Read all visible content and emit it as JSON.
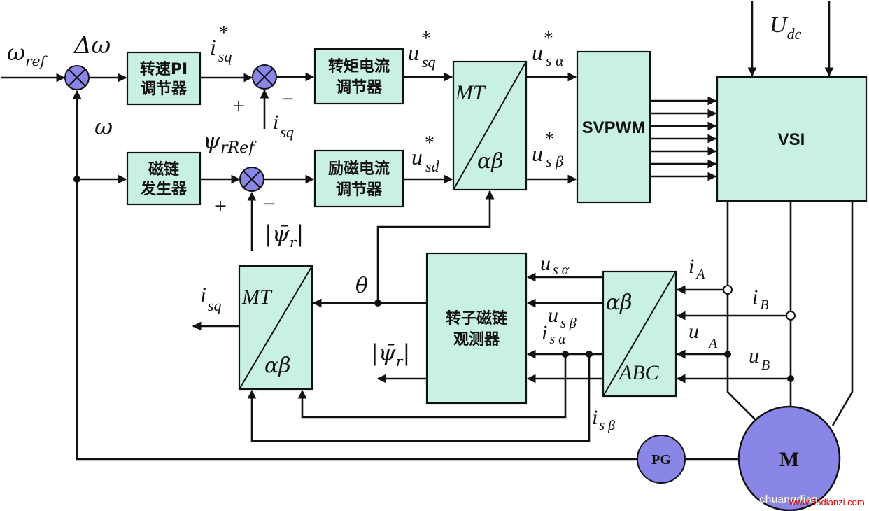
{
  "blocks": {
    "speed_pi": [
      "转速PI",
      "调节器"
    ],
    "torque_current": [
      "转矩电流",
      "调节器"
    ],
    "flux_generator": [
      "磁链",
      "发生器"
    ],
    "excitation_current": [
      "励磁电流",
      "调节器"
    ],
    "svpwm": "SVPWM",
    "vsi": "VSI",
    "rotor_flux_observer": [
      "转子磁链",
      "观测器"
    ],
    "transform_top": {
      "top": "MT",
      "bottom": "αβ"
    },
    "transform_left": {
      "top": "MT",
      "bottom": "αβ"
    },
    "transform_right": {
      "top": "αβ",
      "bottom": "ABC"
    },
    "pg": "PG",
    "motor": "M"
  },
  "signals": {
    "omega_ref": "ωref",
    "delta_omega": "Δω",
    "omega": "ω",
    "isq_star": "isq*",
    "isq": "isq",
    "usq_star": "usq*",
    "usd_star": "usd*",
    "usalpha_star": "usα*",
    "usbeta_star": "usβ*",
    "psi_ref": "ψrRef",
    "psi_r_abs": "|ψ̄r|",
    "theta": "θ",
    "usalpha": "usα",
    "usbeta": "usβ",
    "isalpha": "isα",
    "isbeta": "isβ",
    "iA": "iA",
    "iB": "iB",
    "uA": "uA",
    "uB": "uB",
    "udc": "Udc",
    "plus": "+",
    "minus": "−"
  },
  "watermark": {
    "left": "chuangdian",
    "right": "www.55dianzi.com"
  }
}
